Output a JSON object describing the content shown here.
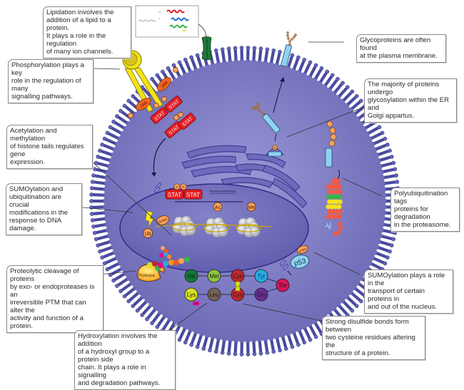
{
  "title": "Post-translational modifications in the cell",
  "colors": {
    "cytoplasm": "#7b78c2",
    "membrane": "#4a4aa0",
    "membrane_head": "#5d5db5",
    "nucleus": "#6c69b8",
    "stat": "#e41e26",
    "jak": "#f26522",
    "phosphate": "#f7a35c",
    "receptor": "#f2e21a",
    "glycoprotein": "#8fd3f0",
    "ion_channel": "#1f7a3a"
  },
  "callouts": {
    "lipidation": "Lipidation involves the addition of a lipid to a protein. It plays a role in the regulation of many ion channels.",
    "phosphorylation": "Phosphorylation plays a key role in the regulation of many signalling pathways.",
    "acetylation": "Acetylation and methylation of histone tails regulates gene expression.",
    "sumo_ub": "SUMOylation and ubiquitination are crucial modifications in the response to DNA damage.",
    "proteolytic": "Proteolytic cleavage of proteins by exo- or endoproteases is an irreversible PTM that can alter the activity and function of a protein.",
    "hydroxylation": "Hydroxylation involves the addition of a hydroxyl group to a protein side chain. It plays a role in signalling and degradation pathways.",
    "glycoproteins": "Glycoproteins are often found at the plasma membrane.",
    "glycosylation": "The majority of proteins undergo glycosylation within the ER and Golgi appartus.",
    "polyubiquitination": "Polyubiquitination tags proteins for degradation in the proteasome.",
    "sumo_transport": "SUMOylation plays a role in the transport of certain proteins in and out of the nucleus.",
    "disulfide": "Strong disulfide bonds form between two cysteine residues altering the structure of a protein."
  },
  "callout_lines": {
    "lipidation": [
      "Lipidation involves the",
      "addition of a lipid to a protein.",
      "It plays a role in the regulation",
      "of many ion channels."
    ],
    "phosphorylation": [
      "Phosphorylation plays a key",
      "role in the regulation of many",
      "signalling pathways."
    ],
    "acetylation": [
      "Acetylation and methylation",
      "of histone tails regulates gene",
      "expression."
    ],
    "sumo_ub": [
      "SUMOylation and",
      "ubiquitination are crucial",
      "modifications in the",
      "response to DNA damage."
    ],
    "proteolytic": [
      "Proteolytic cleavage of proteins",
      "by exo- or endoproteases is an",
      "irreversible PTM that can alter the",
      "activity and function of a protein."
    ],
    "hydroxylation": [
      "Hydroxylation involves the addition",
      "of a hydroxyl group to a protein side",
      "chain. It plays a role in signalling",
      "and degradation pathways."
    ],
    "glycoproteins": [
      "Glycoproteins are often found",
      "at the plasma membrane."
    ],
    "glycosylation": [
      "The majority of proteins undergo",
      "glycosylation within the ER and",
      "Golgi appartus."
    ],
    "polyubiquitination": [
      "Polyubiquitination tags",
      "proteins for degradation",
      "in the proteasome."
    ],
    "sumo_transport": [
      "SUMOylation plays a role in the",
      "transport of certain proteins in",
      "and out of the nucleus."
    ],
    "disulfide": [
      "Strong disulfide bonds form between",
      "two cysteine residues altering the",
      "structure of a protein."
    ]
  },
  "labels": {
    "jak": "JAK",
    "stat": "STAT",
    "phosphate": "P",
    "transcription": "TRANSCRIPTION",
    "acetyl": "Ac",
    "methyl": "Me",
    "ubiquitin": "Ub",
    "sumo": "SUMO",
    "p53": "p53",
    "protease": "Protease",
    "glycan": "G",
    "hydroxyl": "OH",
    "disulfide": "S-S",
    "lipid_o": "O",
    "lipid_c": "C"
  },
  "amino_acids": {
    "top": [
      "Val",
      "Met",
      "Cys",
      "Tyr"
    ],
    "side": "Thr",
    "bottom": [
      "Lys",
      "Leu",
      "Cys",
      "Glu"
    ],
    "colors_top": [
      "#127a3a",
      "#8cc63f",
      "#c1272d",
      "#29abe2"
    ],
    "color_side": "#d4145a",
    "colors_bottom": [
      "#d9e021",
      "#736357",
      "#c1272d",
      "#662d91"
    ]
  },
  "proteasome_rings": [
    "#f15a4a",
    "#f15a4a",
    "#39b54a",
    "#f7e21e",
    "#f7e21e",
    "#f15a4a",
    "#f15a4a"
  ],
  "peptide_beads": [
    "#d9e021",
    "#c1272d",
    "#39b54a",
    "#ec008c",
    "#29abe2",
    "#f7931e",
    "#f15a24",
    "#f7a35c",
    "#39b54a"
  ]
}
